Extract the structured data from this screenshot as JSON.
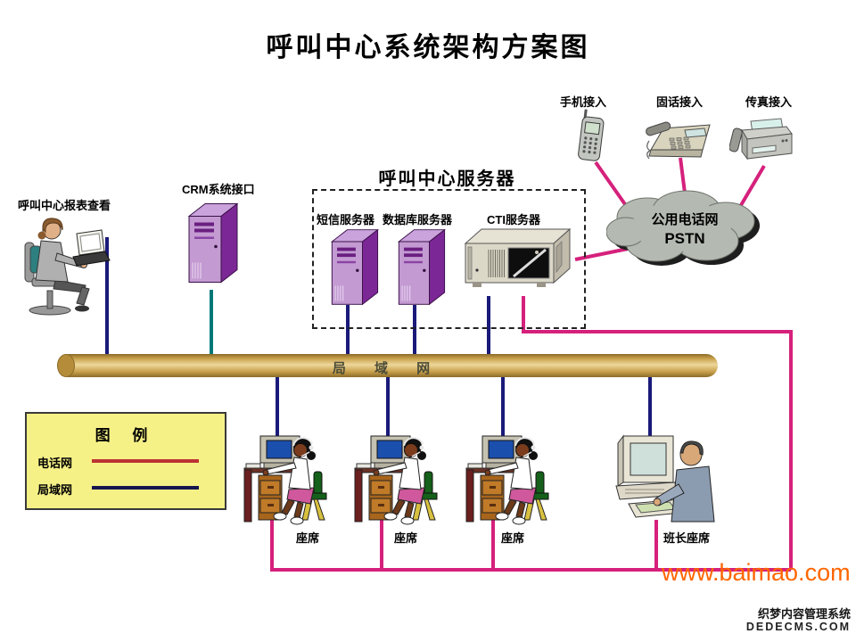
{
  "title": "呼叫中心系统架构方案图",
  "access_points": {
    "mobile": "手机接入",
    "landline": "固话接入",
    "fax": "传真接入"
  },
  "pstn_cloud": {
    "name": "公用电话网",
    "abbr": "PSTN"
  },
  "call_center_servers": {
    "group_title": "呼叫中心服务器",
    "sms": "短信服务器",
    "database": "数据库服务器",
    "cti": "CTI服务器"
  },
  "report_station": "呼叫中心报表查看",
  "crm_interface": "CRM系统接口",
  "lan_label": "局 域 网",
  "legend": {
    "title": "图 例",
    "phone_net": "电话网",
    "lan_net": "局域网"
  },
  "seats": {
    "agent1": "座席",
    "agent2": "座席",
    "agent3": "座席",
    "supervisor": "班长座席"
  },
  "watermark": "www.baimao.com",
  "cms_branding": {
    "name": "织梦内容管理系统",
    "domain": "DEDECMS.COM"
  },
  "colors": {
    "phone_line": "#d5217c",
    "lan_line": "#1a1a7a",
    "crm_link": "#007878",
    "lan_bar_gold": "#d2a855",
    "legend_phone_line": "#bb3333",
    "legend_lan_line": "#16164e",
    "legend_bg": "#f6f187",
    "cloud_fill": "#b4bab2",
    "watermark_color": "#ff6600"
  }
}
